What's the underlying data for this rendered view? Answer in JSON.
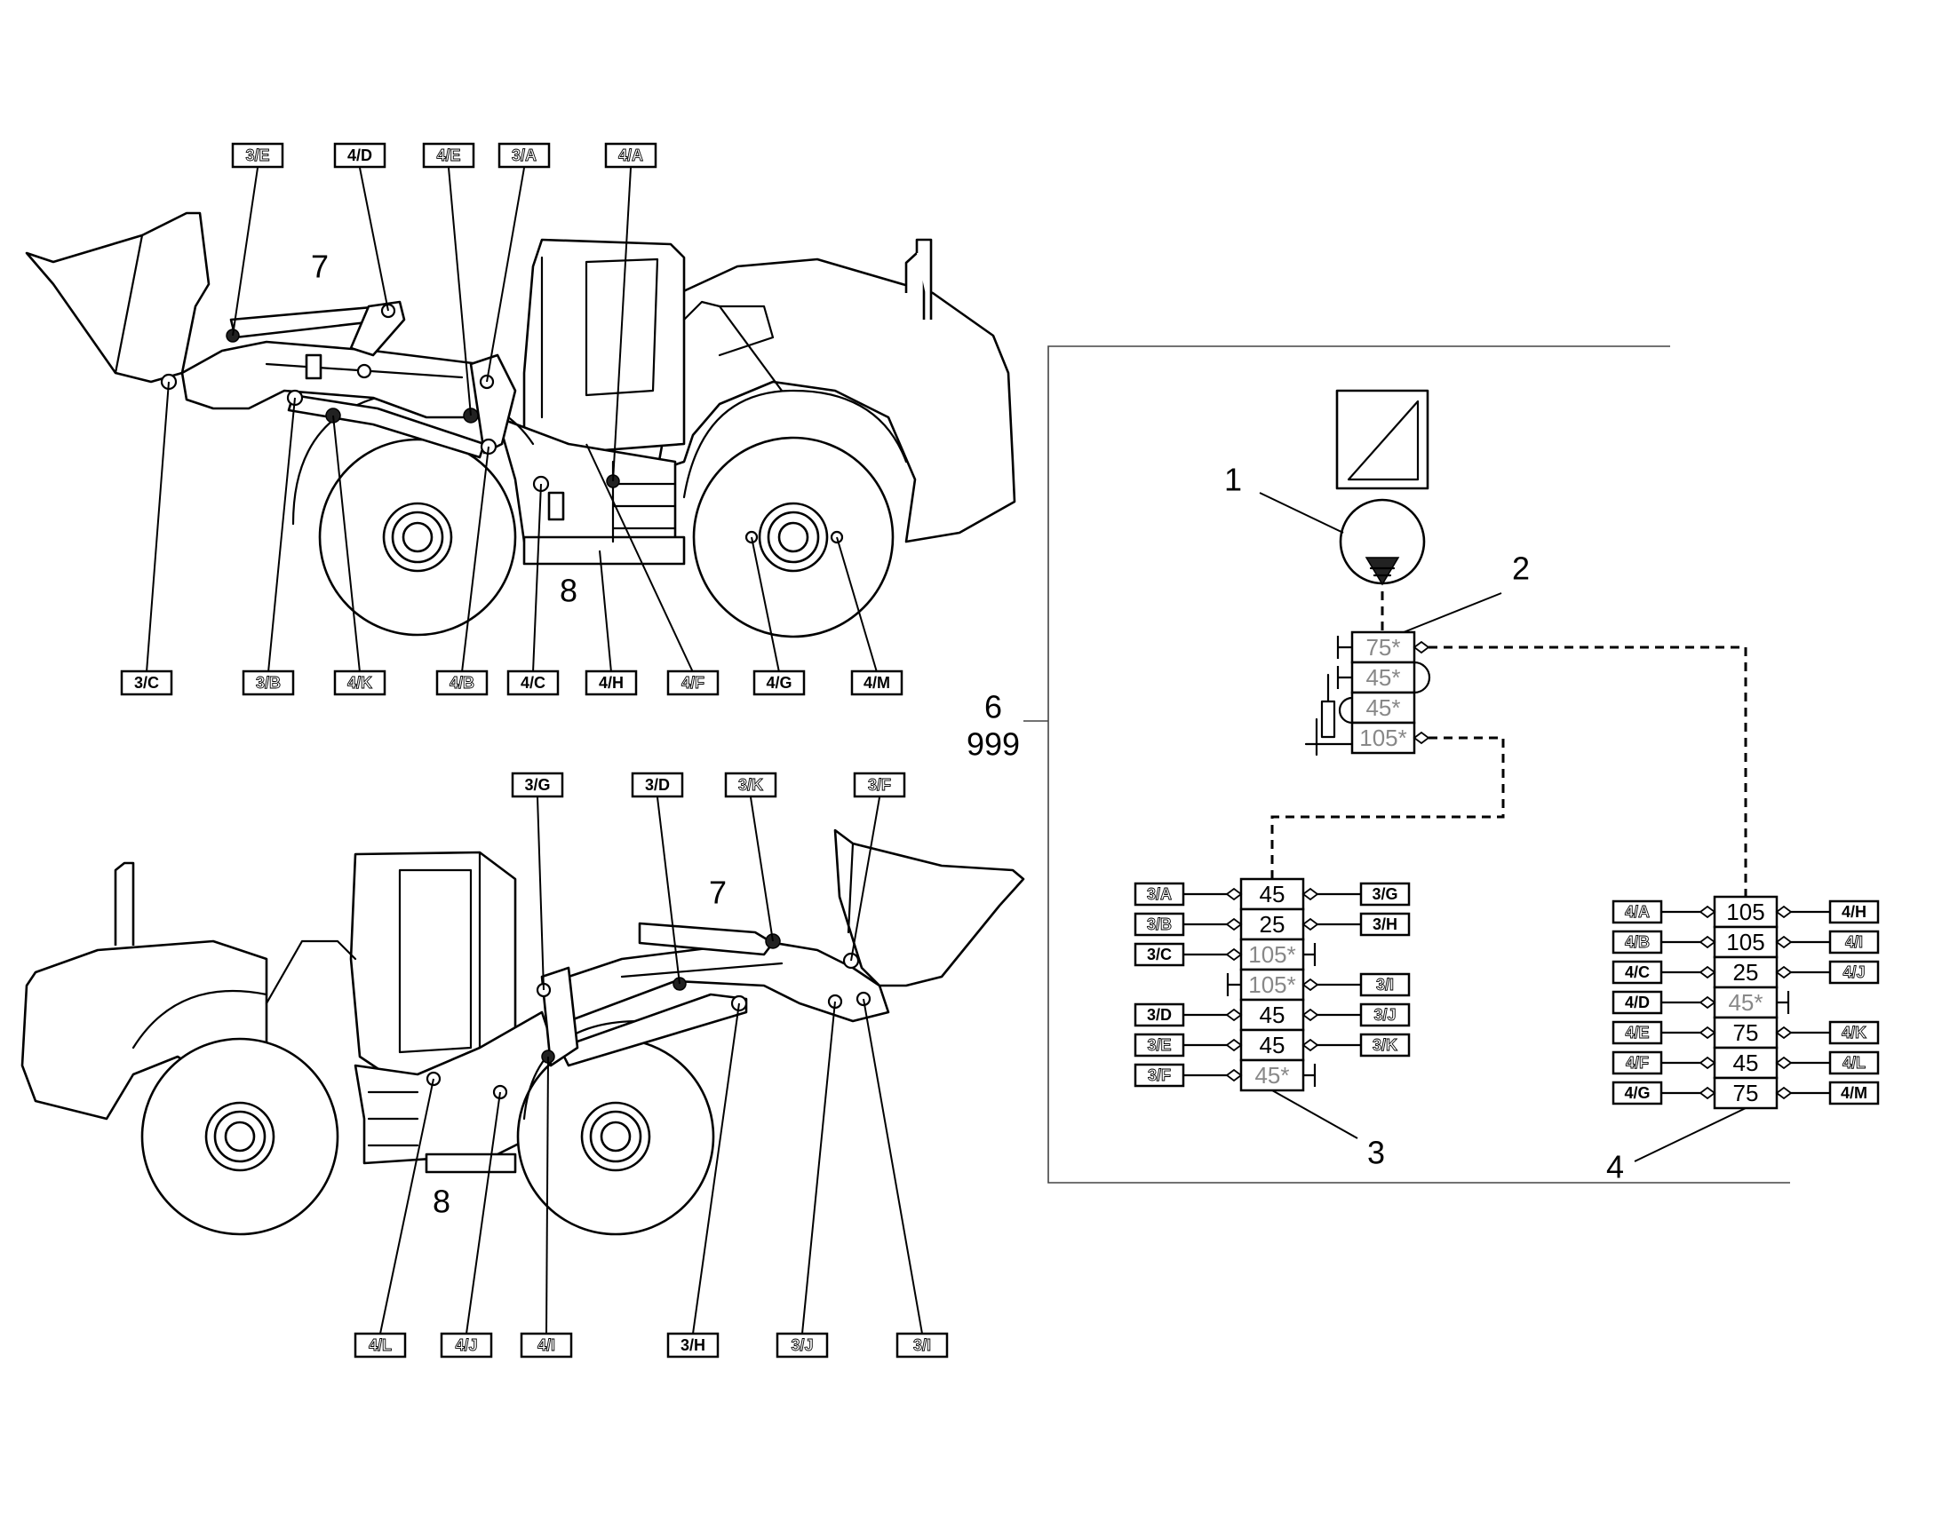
{
  "loader_top": {
    "tags_upper": [
      "3/E",
      "4/D",
      "4/E",
      "3/A",
      "4/A"
    ],
    "tags_lower": [
      "3/C",
      "3/B",
      "4/K",
      "4/B",
      "4/C",
      "4/H",
      "4/F",
      "4/G",
      "4/M"
    ],
    "label_arm": "7",
    "label_frame": "8"
  },
  "loader_bottom": {
    "tags_upper": [
      "3/G",
      "3/D",
      "3/K",
      "3/F"
    ],
    "tags_lower": [
      "4/L",
      "4/J",
      "4/I",
      "3/H",
      "3/J",
      "3/I"
    ],
    "label_arm": "7",
    "label_frame": "8"
  },
  "schematic": {
    "frame_label_line1": "6",
    "frame_label_line2": "999",
    "callout_pump": "1",
    "callout_distributor": "2",
    "callout_block3": "3",
    "callout_block4": "4",
    "distributor_cells": [
      "75*",
      "45*",
      "45*",
      "105*"
    ],
    "block3": {
      "rows": [
        {
          "left": "3/A",
          "value": "45",
          "right": "3/G"
        },
        {
          "left": "3/B",
          "value": "25",
          "right": "3/H"
        },
        {
          "left": "3/C",
          "value": "105*",
          "right": ""
        },
        {
          "left": "",
          "value": "105*",
          "right": "3/I"
        },
        {
          "left": "3/D",
          "value": "45",
          "right": "3/J"
        },
        {
          "left": "3/E",
          "value": "45",
          "right": "3/K"
        },
        {
          "left": "3/F",
          "value": "45*",
          "right": ""
        }
      ]
    },
    "block4": {
      "rows": [
        {
          "left": "4/A",
          "value": "105",
          "right": "4/H"
        },
        {
          "left": "4/B",
          "value": "105",
          "right": "4/I"
        },
        {
          "left": "4/C",
          "value": "25",
          "right": "4/J"
        },
        {
          "left": "4/D",
          "value": "45*",
          "right": ""
        },
        {
          "left": "4/E",
          "value": "75",
          "right": "4/K"
        },
        {
          "left": "4/F",
          "value": "45",
          "right": "4/L"
        },
        {
          "left": "4/G",
          "value": "75",
          "right": "4/M"
        }
      ]
    }
  }
}
